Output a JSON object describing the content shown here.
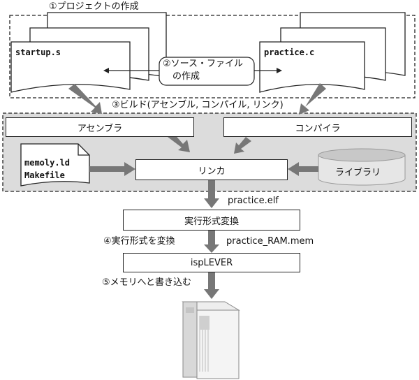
{
  "steps": {
    "project": "①プロジェクトの作成",
    "create_source": [
      "②ソース・ファイル",
      "の作成"
    ],
    "build": "③ビルド(アセンブル, コンパイル, リンク)",
    "convert": "④実行形式を変換",
    "write": "⑤メモリへと書き込む"
  },
  "files": {
    "startup": "startup.s",
    "practice": "practice.c",
    "memoly": "memoly.ld",
    "makefile": "Makefile"
  },
  "tools": {
    "assembler": "アセンブラ",
    "compiler": "コンパイラ",
    "linker": "リンカ",
    "library": "ライブラリ",
    "converter": "実行形式変換",
    "isplever": "ispLEVER"
  },
  "outputs": {
    "elf": "practice.elf",
    "mem": "practice_RAM.mem"
  },
  "colors": {
    "arrow": "#777777",
    "panel": "#dcdcdc",
    "library": "#cfcfcf"
  }
}
